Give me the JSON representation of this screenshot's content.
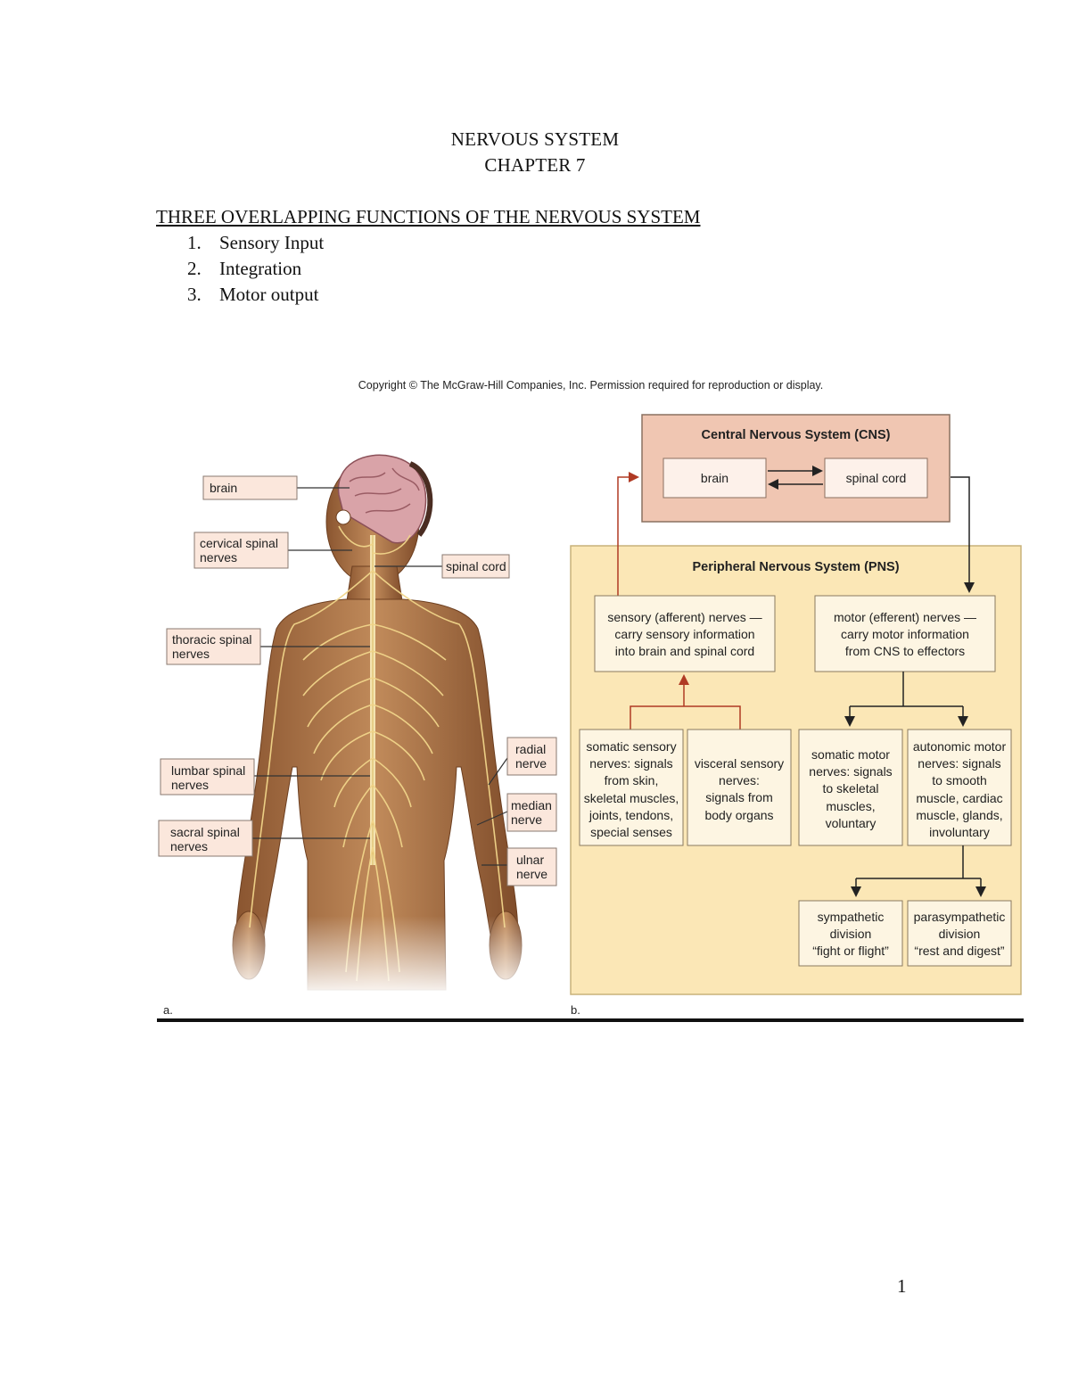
{
  "header": {
    "title": "NERVOUS SYSTEM",
    "chapter": "CHAPTER 7"
  },
  "section": {
    "heading": "THREE OVERLAPPING FUNCTIONS OF THE NERVOUS SYSTEM",
    "items": [
      {
        "num": "1.",
        "text": "Sensory Input"
      },
      {
        "num": "2.",
        "text": "Integration"
      },
      {
        "num": "3.",
        "text": "Motor output"
      }
    ]
  },
  "figure": {
    "copyright": "Copyright © The McGraw-Hill Companies, Inc. Permission required for reproduction or display.",
    "panel_a": {
      "letter": "a.",
      "labels": {
        "brain": "brain",
        "cervical_1": "cervical spinal",
        "cervical_2": "nerves",
        "spinal_cord": "spinal cord",
        "thoracic_1": "thoracic spinal",
        "thoracic_2": "nerves",
        "lumbar_1": "lumbar spinal",
        "lumbar_2": "nerves",
        "sacral_1": "sacral spinal",
        "sacral_2": "nerves",
        "radial_1": "radial",
        "radial_2": "nerve",
        "median_1": "median",
        "median_2": "nerve",
        "ulnar_1": "ulnar",
        "ulnar_2": "nerve"
      }
    },
    "panel_b": {
      "letter": "b.",
      "cns_title": "Central Nervous System (CNS)",
      "cns_brain": "brain",
      "cns_spinal_cord": "spinal cord",
      "pns_title": "Peripheral Nervous System (PNS)",
      "sensory": [
        "sensory (afferent) nerves —",
        "carry sensory information",
        "into brain and spinal cord"
      ],
      "motor": [
        "motor (efferent) nerves —",
        "carry motor information",
        "from CNS to effectors"
      ],
      "somatic_sensory": [
        "somatic sensory",
        "nerves: signals",
        "from skin,",
        "skeletal muscles,",
        "joints, tendons,",
        "special senses"
      ],
      "visceral_sensory": [
        "visceral sensory",
        "nerves:",
        "signals from",
        "body organs"
      ],
      "somatic_motor": [
        "somatic motor",
        "nerves: signals",
        "to skeletal",
        "muscles,",
        "voluntary"
      ],
      "autonomic_motor": [
        "autonomic motor",
        "nerves: signals",
        "to smooth",
        "muscle, cardiac",
        "muscle, glands,",
        "involuntary"
      ],
      "sympathetic": [
        "sympathetic",
        "division",
        "“fight or flight”"
      ],
      "parasympathetic": [
        "parasympathetic",
        "division",
        "“rest and digest”"
      ]
    }
  },
  "footer": {
    "page_number": "1"
  },
  "colors": {
    "cns_fill": "#f0c6b2",
    "pns_fill": "#fbe7b6",
    "box_fill": "#fdf5e2",
    "label_fill": "#fbe7dc",
    "sensory_arrow": "#b03a24",
    "skin": "#b47a4c",
    "nerve": "#f1d58a"
  }
}
